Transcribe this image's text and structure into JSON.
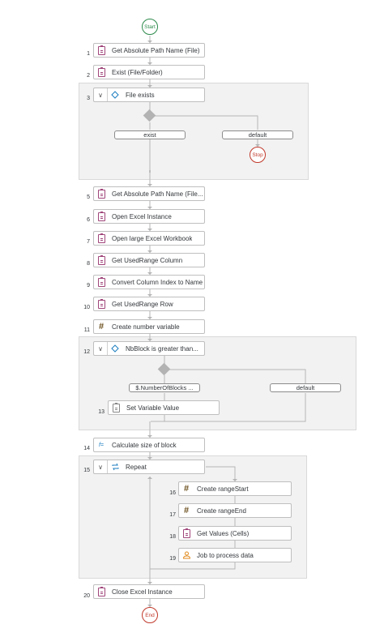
{
  "flow": {
    "start_label": "Start",
    "end_label": "End",
    "stop_label": "Stop",
    "steps": [
      {
        "number": "1",
        "label": "Get Absolute Path Name (File)",
        "icon": "clipboard-icon"
      },
      {
        "number": "2",
        "label": "Exist (File/Folder)",
        "icon": "clipboard-icon"
      },
      {
        "number": "3",
        "label": "File exists",
        "icon": "diamond-icon"
      },
      {
        "number": "5",
        "label": "Get Absolute Path Name (File...",
        "icon": "clipboard-icon"
      },
      {
        "number": "6",
        "label": "Open Excel Instance",
        "icon": "clipboard-icon"
      },
      {
        "number": "7",
        "label": "Open large Excel Workbook",
        "icon": "clipboard-icon"
      },
      {
        "number": "8",
        "label": "Get UsedRange Column",
        "icon": "clipboard-icon"
      },
      {
        "number": "9",
        "label": "Convert Column Index to Name",
        "icon": "clipboard-icon"
      },
      {
        "number": "10",
        "label": "Get UsedRange Row",
        "icon": "clipboard-icon"
      },
      {
        "number": "11",
        "label": "Create number variable",
        "icon": "hash-icon"
      },
      {
        "number": "12",
        "label": "NbBlock is greater than...",
        "icon": "diamond-icon"
      },
      {
        "number": "13",
        "label": "Set Variable Value",
        "icon": "clipboard-icon"
      },
      {
        "number": "14",
        "label": "Calculate size of block",
        "icon": "function-icon"
      },
      {
        "number": "15",
        "label": "Repeat",
        "icon": "loop-icon"
      },
      {
        "number": "16",
        "label": "Create rangeStart",
        "icon": "hash-icon"
      },
      {
        "number": "17",
        "label": "Create rangeEnd",
        "icon": "hash-icon"
      },
      {
        "number": "18",
        "label": "Get Values (Cells)",
        "icon": "clipboard-icon"
      },
      {
        "number": "19",
        "label": "Job to process data",
        "icon": "people-icon"
      },
      {
        "number": "20",
        "label": "Close Excel Instance",
        "icon": "clipboard-icon"
      }
    ],
    "branches": {
      "file_exists_left": "exist",
      "file_exists_right": "default",
      "nbblock_left": "$.NumberOfBlocks ...",
      "nbblock_right": "default"
    },
    "colors": {
      "activity_icon": "#a0457a",
      "control_icon": "#1c7ec0",
      "start": "#2b8a4a",
      "stop": "#c0392b",
      "job_icon": "#e08a1e"
    }
  }
}
